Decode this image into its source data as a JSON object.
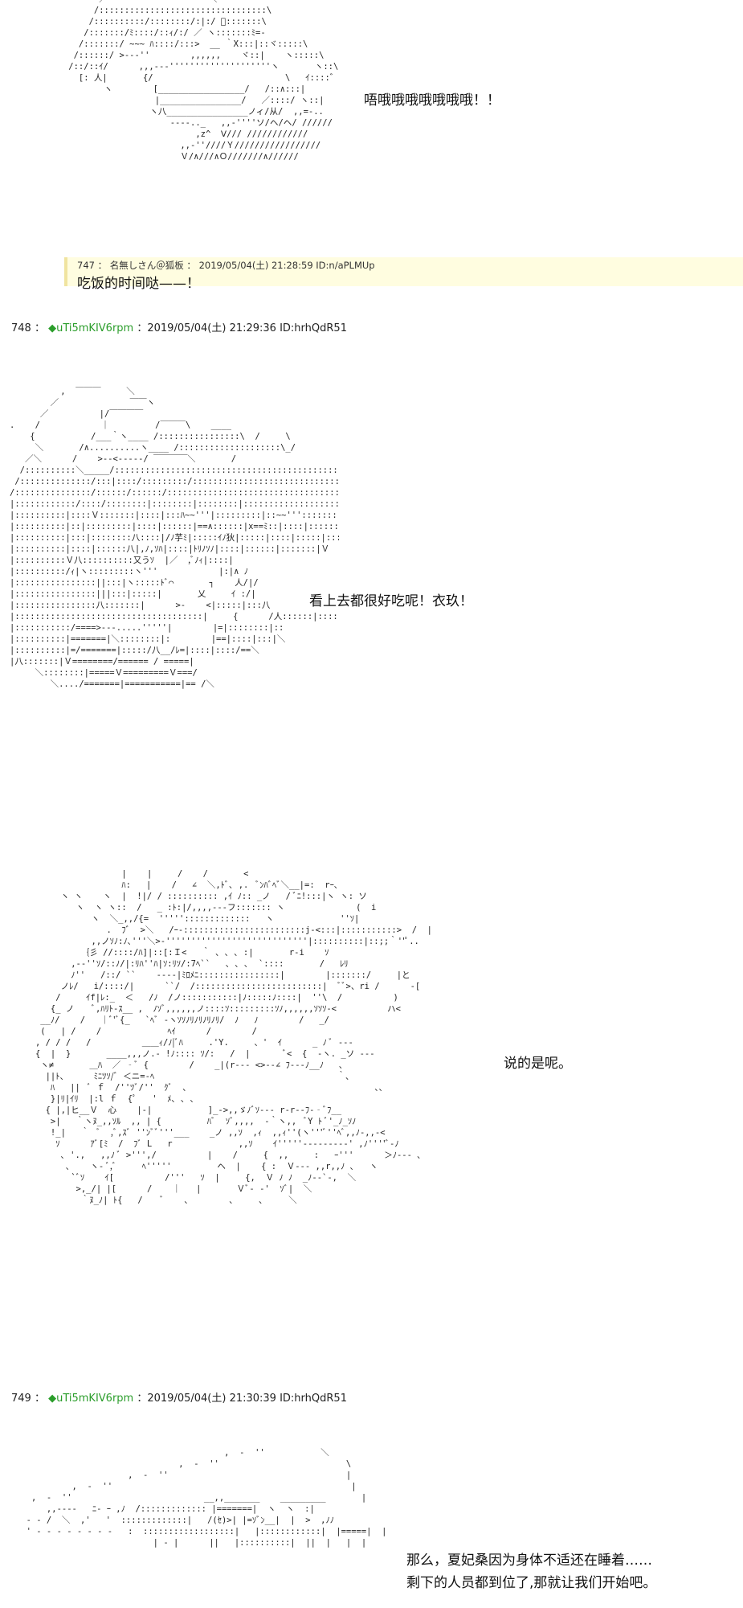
{
  "art_block_1": {
    "ascii": "          ／￣￣￣￣￣￣￣￣￣￣￣￣＼\n         /:::::::::::::::::::::::::::::::::\\\n        /::::::::::/::::::::/:|:/ ﾞ:::::::\\\n       /:::::::/ﾐ::::/::ｨ/:/ ／ ヽ:::::::ﾐ=-\n      /:::::::/ ~~~ ﾊ::::/:::>  __ ｀X:::|::ヾ:::::\\\n     /::::::/ >--‐''        ,,,,,,    ヾ::|    ヽ:::::\\\n    /::/::ｲ/      ,,,---''''''''''''''''''''ヽ       ヽ::\\\n      [: 人|       {/                          \\   ｲ::::゛\n           ヽ        [_________________/   /::∧:::|\n                     |________________/   ／::::/ ヽ::|\n                    ヽ八________________ノィ/从/  ,,=-..\n                        ‐‐‐‐.._   ,,‐''''ソ/ヘ/ヘ/ //////\n                             ,z^  Ⅴ/// ////////////\n                          ,,-''////Ｙ/////////////////\n                          Ｖ/∧///∧Ｏ///////∧//////",
    "caption": "唔哦哦哦哦哦哦哦！！"
  },
  "reply_747": {
    "meta": "747 ： 名無しさん＠狐板 ： 2019/05/04(土) 21:28:59 ID:n/aPLMUp",
    "body": "吃饭的时间哒——！"
  },
  "post_748": {
    "number": "748 ：",
    "diamond": "◆",
    "handle": "uTi5mKIV6rpm",
    "rest": "：2019/05/04(土) 21:29:36 ID:hrhQdR51"
  },
  "art_block_2": {
    "ascii": "          ,  ￣￣￣     ＼\n        ／              ￣￣ヽ\n      ／          |/￣￣￣￣\n.    /            ｜         /￣￣￣\\    ____\n    {           /___｀ヽ____ /::::::::::::::::\\  /     \\\n     ＼       /∧..........ヽ____ /::::::::::::::::::::\\_/\n   ／＼      /    >‐‐<‐‐‐‐‐/ ￣￣￣￣＼       /\n  /::::::::::＼_____/:::::::::::::::::::::::::::::::::::::::::::::::＼\n /::::::::::::::/:::|::::/:::::::::/:::::::::::::::::::::::::::::::::::::::::::|\n/:::::::::::::::/::::::/::::::/::::::::::::::::::::::::::::::::::::::::::::::::::|\n|::::::::::::/::::/::::::::|::::::::|::::::::|::::::::::::::::::::::::::::::::::|\n|::::::::::|::::Ｖ:::::::|::::|:::ﾊ~~'''|:::::::::|::~~''':::::::::::::::::::::::::\n|::::::::::|::|:::::::::|::::|::::::|==∧::::::|x==ﾐ::|::::|:::::::::|::::::|\n|::::::::::|:::|::::::::八::::|/ﾉ芋ﾐ|:::::ｲﾉ狄|:::::|::::|:::::|:::|∧|\n|::::::::::|::::|::::::八|,ﾉ,ｿﾊ|::::|ﾄﾘﾉｿﾉ|::::|::::::|:::::::|Ｖ\n|::::::::::Ｖ八::::::::::又うｿ  |／  ,ﾞﾉｨ|::::|\n|::::::::::/ｨ|ヽ:::::::::ヽ'''            |:|∧ ﾉ\n|::::::::::::::::||:::|ヽ:::::ﾄﾞ⌒       ┐    人/|/\n|::::::::::::::::|||:::|:::::|       乂     ｲ :/|\n|::::::::::::::::八:::::::|      >-    <|:::::|:::八\n|:::::::::::::::::::::::::::::::::::::|     {      /人::::::|::::|::＼\n|:::::::::::/====>‐‐‐.....'''''|        |=|::::::::|::\n|::::::::::|=======|＼::::::::|:        |==|::::|:::|＼\n|::::::::::|=/=======|:::::/八__/ﾚ=|::::|::::/==＼\n|八:::::::|Ｖ========/====== / =====|\n     ＼::::::::|=====Ｖ=========Ｖ===/\n        ＼..../=======|===========|== /＼",
    "caption": "看上去都很好吃呢！衣玖！"
  },
  "art_block_3": {
    "ascii": "                    |    |     /    /       <\n                    ﾊ:   |    /   ∠  ＼,ﾄﾞ､ ,.  ﾞﾝﾊﾞﾍﾞ＼__|=:  rｰ､\n        ヽ ヽ    ヽ  |  !|/ / :::::::::: ,ｲ ﾉ:: _ノ   / ﾞﾆ!:::|ヽ ヽ: ソ\n           ヽ  ヽ ヽ::  /   _ :ﾄ:|/,,,,‐‐‐フ::::::: ヽ              (  i\n              ヽ  ＼_,,/{=  ''''':::::::::::::   ヽ             ''ｿ|\n                 .  ﾌﾞ  >＼   /ｰ‐::::::::::::::::::::::::j‐<:::|:::::::::::>  /  |\n              ,,ノｿﾉ:ﾉ､'''＼>‐''''''''''''''''''''''''''''|::::::::::|::;;｀''ﾟ..\n            ｛彡 //::::/ﾊ]|::[:Ｉ<   ｀ ､ ､ ､ :|       r‐i    ｿ\n          ,-‐''ｿ/::ﾉ/|:ﾘﾊ''ﾊ|ｿ:ﾘｿ/:7ﾍ``   ､ ､ ､  `::::       /   ﾚﾘ\n          ﾉ''   /::/ ``    ‐‐‐‐|ﾐﾛﾒﾆ::::::::::::::::|        |:::::::/     |と\n        ノﾚ/   i/::::/|      ``/  /:::::::::::::::::::::::::|  ﾞﾞ>、ri /      -[\n       /     ｲf|ﾚ:_  ＜   /ﾉ  /ノ:::::::::::|ﾉ:::::ﾉ::::|  ''\\  /          )\n      {_ ノ    ﾞ,ﾊﾘﾄ-ｽ__ ,  ﾉｿﾞ,,,,,,ノ::::ｿ:::::::::ｿﾉ,,,,,,ｿｿｿ‐<          ハ<\n    __ﾉ/    /   ｜ﾞ'ﾞ{_   `ﾍﾞ ‐ヽｿｿﾉﾘﾉﾘﾉﾘﾉﾘ/  ﾉ   ﾉ        /   _/\n    (   | /    /             ﾍｲ      /        /\n   , / / /   /          ＿＿ｨ/ﾉ|ﾞﾊ     .'Y.     、'  ｲ      _ ﾉ ﾞ ‐‐‐\n   {  |  }       ____,,,ノ.- !ﾉ:::: ｿ/:   /  |       ﾞ<  {  ‐ヽ. _ソ ‐‐‐\n    ヽ≠       ＿ﾊ  ／ ‐ﾞ {        /    _|(r‐‐‐ <>‐‐∠ ﾌ‐‐‐ﾉ__ﾉ   ､\n     ||ﾄ、     ﾐﾆﾂｿ/ﾞ ＜ニ=-ﾍ                                    ｀､\n      ﾊ   ||  ﾞ ｆ  /''ﾂﾞ/''  ｸﾞ  ､                                     ､､\n      }|ﾘ|ｲﾘ  |:l ｆ  {ﾟ   '  ﾒ､ ､ ､                    \n     { |,|ヒ__Ｖ  心    |‐|           ]_‐>,,ゞﾉﾞｿ‐‐‐ r‐r‐‐ﾌ‐‐ﾞﾌ__\n      >|   ｀ヽﾇ_,,ｿﾙ  ,, | {         ﾊﾞ  ｿﾞ,,,,  ‐｀ヽ,,  ﾞY ﾄ ﾞ'_ﾉ_ｿﾉ\n      !_|   ｀  ﾞ  ,ﾞ,ｽﾞ ''ﾝﾞﾞ'''___    _ノ ,,ｿ  ,ｨ  ,,ｨ''(ヽ'''ﾞ''ﾍﾞ,,ﾉ‐,,‐<\n       ｿ      ｱﾞ[ﾐ  /  ﾌﾞ L   r             ,,ｿ    ｲ'''''‐‐‐‐‐‐‐‐‐' ,ﾉ''''ﾞ‐ﾉ\n        ､ '.,   ,,ﾉ ﾞ >''',/          |    /     {  ,,     :   ｰ'''      ＞ﾉ‐‐‐ ､\n         ､    ヽ- ﾞ,ﾞ     ﾍ'''''         ヘ  |    { :  Ｖ--- ,,r,,ﾉ ､   ヽ\n          `ﾞｿ    ｲ[          /'''   ｿ  |     {,  Ｖ ﾉ ﾉ  _ﾉ‐‐`-,  ＼\n           >,_/| |[      /    ｜   |       Ｖﾞ‐ ‐'  ｿﾞ|  ＼\n            ｀ﾇ_ﾉ| ﾄ{   /    ﾞ    ､        ､     ､     ＼",
    "caption": "说的是呢。"
  },
  "post_749": {
    "number": "749 ：",
    "diamond": "◆",
    "handle": "uTi5mKIV6rpm",
    "rest": "：2019/05/04(土) 21:30:39 ID:hrhQdR51"
  },
  "art_block_4": {
    "ascii": "                                         ,  ‐  ''           ＼\n                                ,  ‐  ''                         \\\n                      ,  ‐  ''                                   |\n           ,  ‐  ''                                               |\n   ,  ‐  ''                          __,,_______    _________       |\n      ,,‐‐‐‐   ﾆ- ｰ ,ﾉ  /::::::::::::: |=======|  ヽ  ヽ  :|\n  ‐ - /  ＼  ,'   '  :::::::::::::|   /(ｾ)>| |=ｿﾞﾝ__|  |  >  ,ﾉﾉ\n  ' ‐ ‐ ‐ ‐ ‐ ‐ ‐ ‐   :  ::::::::::::::::::|   |::::::::::::|  |=====|  | |  |  '-,\n                           | ‐ |      ||   |::::::::::|  ||  |   |  |",
    "caption_line1": "那么，夏妃桑因为身体不适还在睡着……",
    "caption_line2": "剩下的人员都到位了,那就让我们开始吧。"
  }
}
